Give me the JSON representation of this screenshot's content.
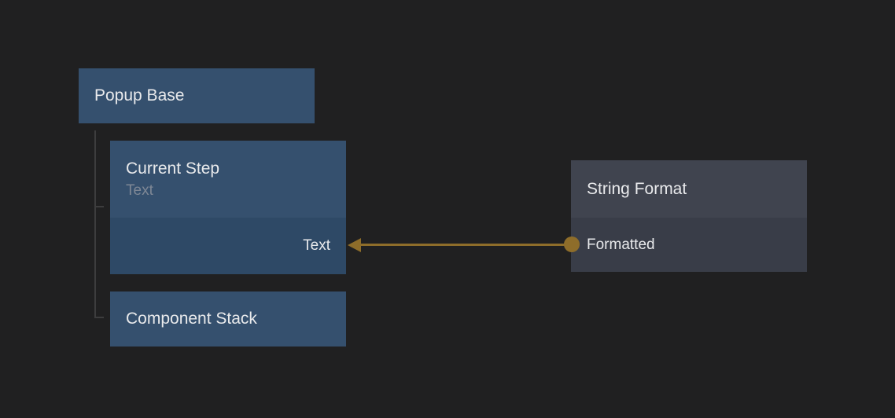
{
  "canvas": {
    "background_color": "#202021"
  },
  "nodes": {
    "popup_base": {
      "title": "Popup Base",
      "color": "#35506e"
    },
    "current_step": {
      "title": "Current Step",
      "subtitle": "Text",
      "header_color": "#35506e",
      "body_color": "#2e4966",
      "input_port": {
        "label": "Text",
        "side": "right"
      }
    },
    "component_stack": {
      "title": "Component Stack",
      "color": "#35506e"
    },
    "string_format": {
      "title": "String Format",
      "header_color": "#40444f",
      "body_color": "#393d48",
      "output_port": {
        "label": "Formatted",
        "side": "left"
      }
    }
  },
  "hierarchy": {
    "parent": "Popup Base",
    "children": [
      "Current Step",
      "Component Stack"
    ],
    "line_color": "#3d3d3e"
  },
  "connection": {
    "from_node": "String Format",
    "from_port": "Formatted",
    "to_node": "Current Step",
    "to_port": "Text",
    "color": "#8e6d2a",
    "direction": "right-to-left"
  },
  "text_colors": {
    "title": "#e9eaec",
    "subtitle": "#7e8795"
  }
}
